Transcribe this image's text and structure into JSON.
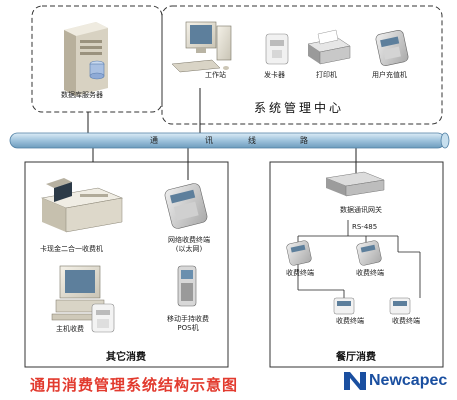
{
  "title": "通用消费管理系统结构示意图",
  "brand": {
    "name": "Newcapec",
    "logo_icon": "newcapec-logo-icon"
  },
  "colors": {
    "caption": "#e23a2e",
    "brand": "#1a4fa0",
    "bus": "#9fc3dc"
  },
  "management_center": {
    "title": "系统管理中心",
    "db_server": "数据库服务器",
    "workstation": "工作站",
    "card_issuer": "发卡器",
    "printer": "打印机",
    "recharge": "用户充值机"
  },
  "bus": {
    "chars": [
      "通",
      "讯",
      "线",
      "路"
    ]
  },
  "other_consumption": {
    "title": "其它消费",
    "cash_card": "卡现金二合一收费机",
    "network_terminal": "网络收费终端\n(以太网)",
    "host_charge": "主机收费",
    "mobile_pos": "移动手持收费\nPOS机"
  },
  "restaurant_consumption": {
    "title": "餐厅消费",
    "gateway": "数据通讯网关",
    "rs485": "RS-485",
    "terminal_label": "收费终端"
  }
}
